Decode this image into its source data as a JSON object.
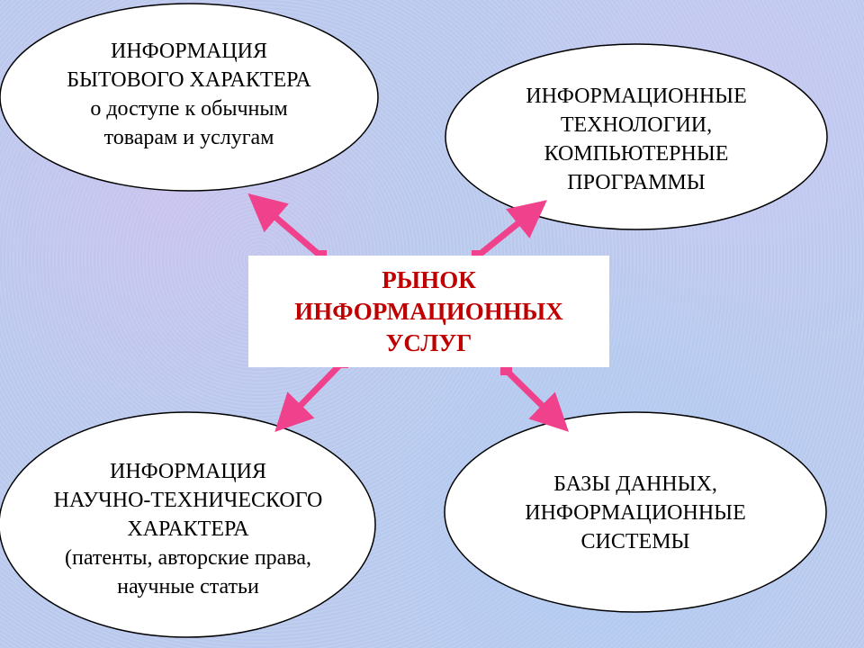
{
  "center": {
    "lines": [
      "РЫНОК",
      "ИНФОРМАЦИОННЫХ",
      "УСЛУГ"
    ],
    "color": "#c00000"
  },
  "nodes": {
    "top_left": [
      "ИНФОРМАЦИЯ",
      "БЫТОВОГО ХАРАКТЕРА",
      "о доступе к обычным",
      "товарам и услугам"
    ],
    "top_right": [
      "ИНФОРМАЦИОННЫЕ",
      "ТЕХНОЛОГИИ,",
      "КОМПЬЮТЕРНЫЕ",
      "ПРОГРАММЫ"
    ],
    "bottom_left": [
      "ИНФОРМАЦИЯ",
      "НАУЧНО-ТЕХНИЧЕСКОГО",
      "ХАРАКТЕРА",
      "(патенты, авторские права,",
      "научные статьи"
    ],
    "bottom_right": [
      "БАЗЫ ДАННЫХ,",
      "ИНФОРМАЦИОННЫЕ",
      "СИСТЕМЫ"
    ]
  },
  "arrow_color": "#f0418c"
}
